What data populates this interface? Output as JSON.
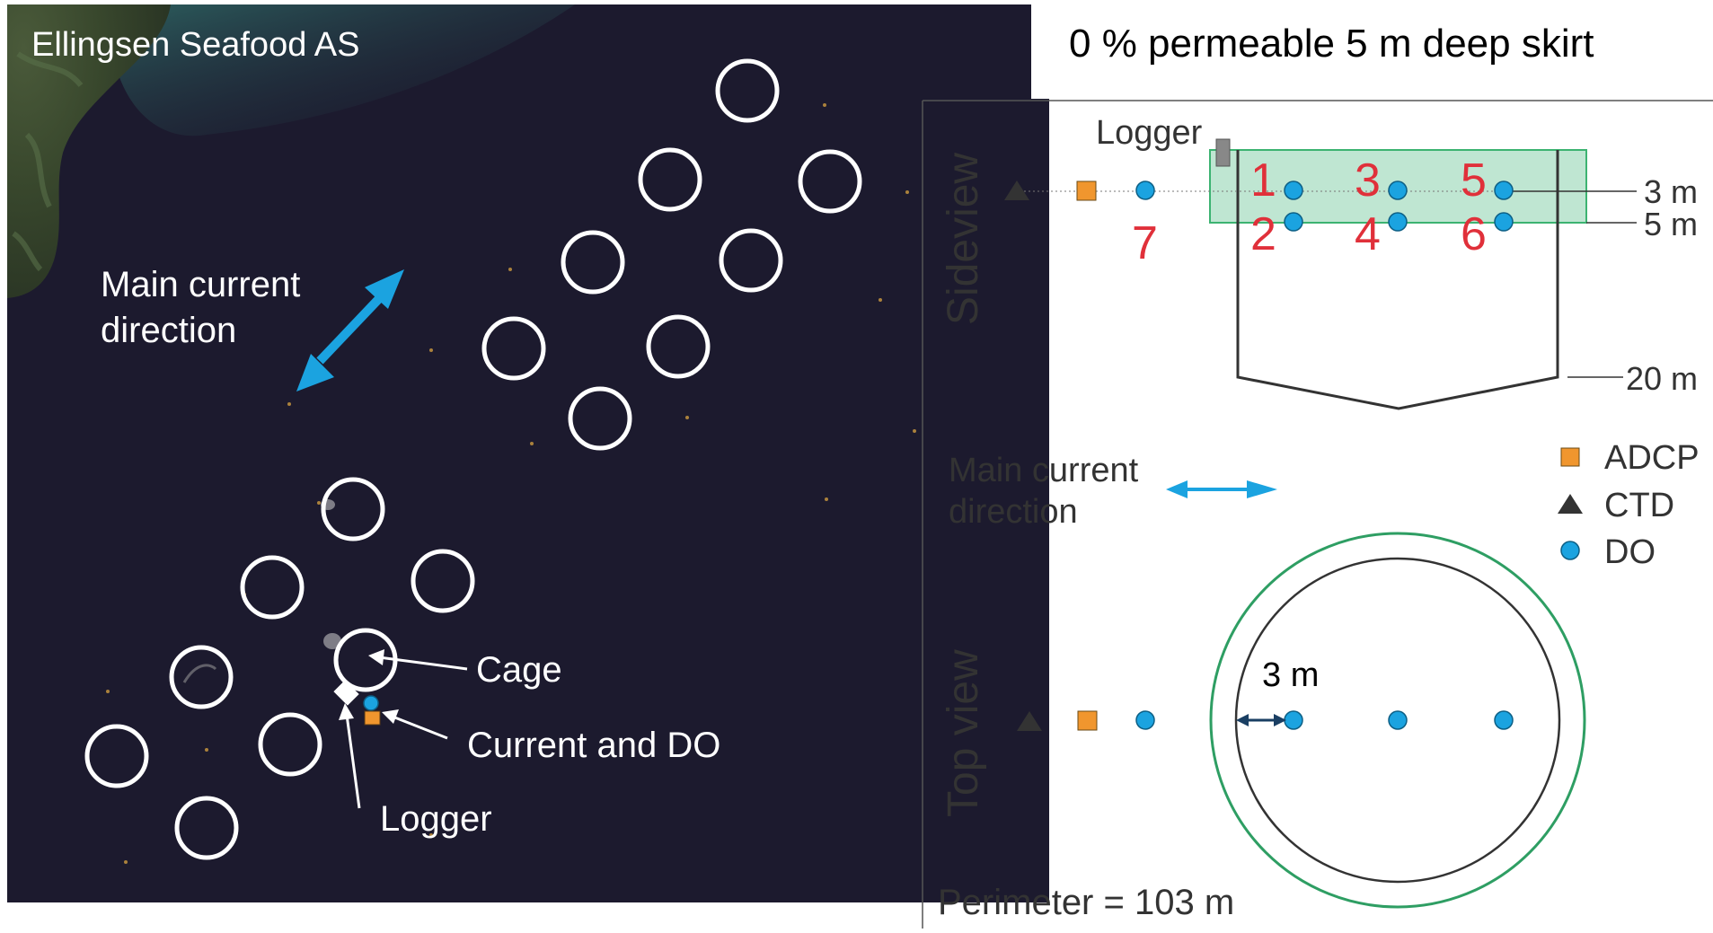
{
  "title": "0 % permeable 5 m deep skirt",
  "map": {
    "site_name": "Ellingsen Seafood AS",
    "current_label": [
      "Main current",
      "direction"
    ],
    "cage_label": "Cage",
    "current_do_label": "Current and DO",
    "logger_label": "Logger"
  },
  "sideview": {
    "view_label": "Sideview",
    "logger_label": "Logger",
    "position_numbers": [
      "1",
      "2",
      "3",
      "4",
      "5",
      "6",
      "7"
    ],
    "depth_labels": [
      "3 m",
      "5 m",
      "20 m"
    ]
  },
  "topview": {
    "view_label": "Top view",
    "distance_label": "3 m",
    "perimeter_label": "Perimeter = 103 m"
  },
  "middle": {
    "current_label": [
      "Main current",
      "direction"
    ]
  },
  "legend": {
    "items": [
      {
        "symbol": "square",
        "label": "ADCP",
        "color": "#f0962e"
      },
      {
        "symbol": "triangle",
        "label": "CTD",
        "color": "#333333"
      },
      {
        "symbol": "circle",
        "label": "DO",
        "color": "#1ba3e0"
      }
    ]
  },
  "colors": {
    "sea": "#1c1a2e",
    "skirt_fill": "#bfe6d2",
    "skirt_stroke": "#3cb371",
    "number_red": "#e0303a",
    "arrow_blue": "#1ba3e0",
    "dark_arrow": "#1a3f63"
  }
}
